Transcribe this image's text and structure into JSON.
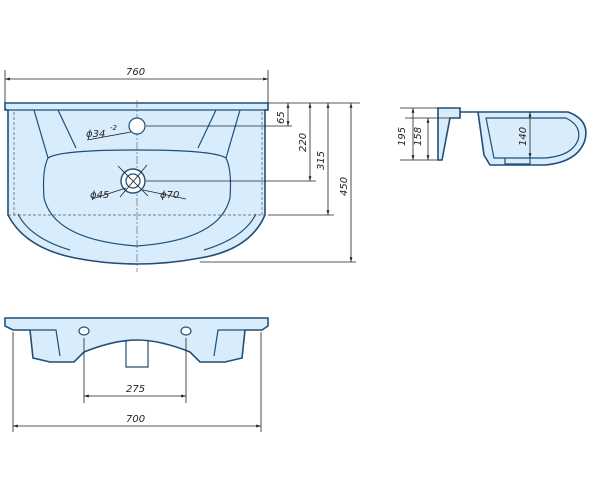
{
  "drawing": {
    "top_view": {
      "overall_width": "760",
      "tap_hole": "ϕ34",
      "tap_hole_tol": "-2",
      "drain_hole": "ϕ45",
      "overflow_ring": "ϕ70",
      "depth_65": "65",
      "depth_220": "220",
      "depth_315": "315",
      "depth_450": "450"
    },
    "side_view": {
      "height_195": "195",
      "height_158": "158",
      "height_140": "140"
    },
    "front_view": {
      "mount_spacing": "275",
      "base_width": "700"
    }
  },
  "colors": {
    "outline": "#1f4f78",
    "fill": "#d9ecfb"
  }
}
